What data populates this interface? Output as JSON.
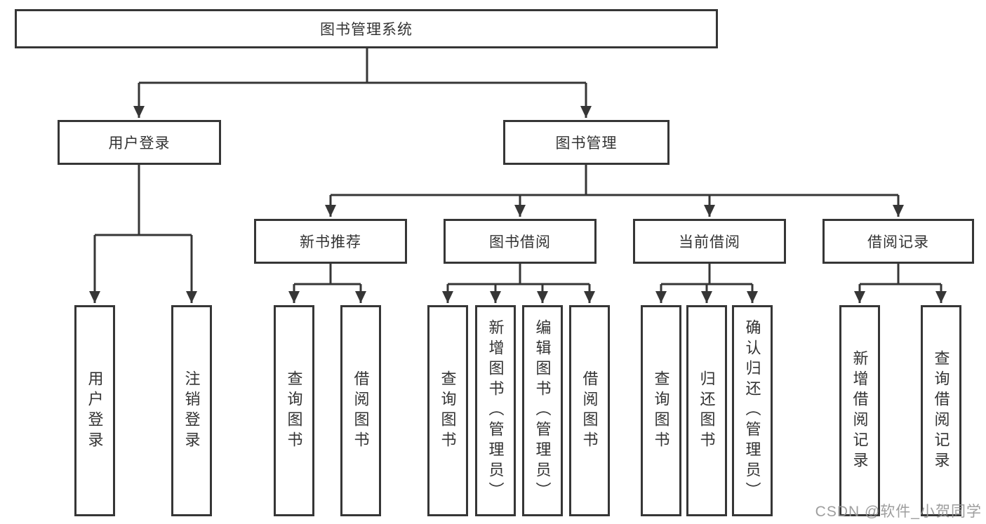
{
  "diagram_title": "图书管理系统",
  "tree": {
    "label": "图书管理系统",
    "children": [
      {
        "label": "用户登录",
        "children": [
          {
            "label": "用户登录"
          },
          {
            "label": "注销登录"
          }
        ]
      },
      {
        "label": "图书管理",
        "children": [
          {
            "label": "新书推荐",
            "children": [
              {
                "label": "查询图书"
              },
              {
                "label": "借阅图书"
              }
            ]
          },
          {
            "label": "图书借阅",
            "children": [
              {
                "label": "查询图书"
              },
              {
                "label": "新增图书（管理员）"
              },
              {
                "label": "编辑图书（管理员）"
              },
              {
                "label": "借阅图书"
              }
            ]
          },
          {
            "label": "当前借阅",
            "children": [
              {
                "label": "查询图书"
              },
              {
                "label": "归还图书"
              },
              {
                "label": "确认归还（管理员）"
              }
            ]
          },
          {
            "label": "借阅记录",
            "children": [
              {
                "label": "新增借阅记录"
              },
              {
                "label": "查询借阅记录"
              }
            ]
          }
        ]
      }
    ]
  },
  "watermark": "CSDN @软件_小贺同学",
  "colors": {
    "line": "#363636",
    "box_border": "#363636",
    "box_background": "#ffffff",
    "text": "#333333",
    "watermark": "#949494",
    "page_background": "#ffffff"
  }
}
